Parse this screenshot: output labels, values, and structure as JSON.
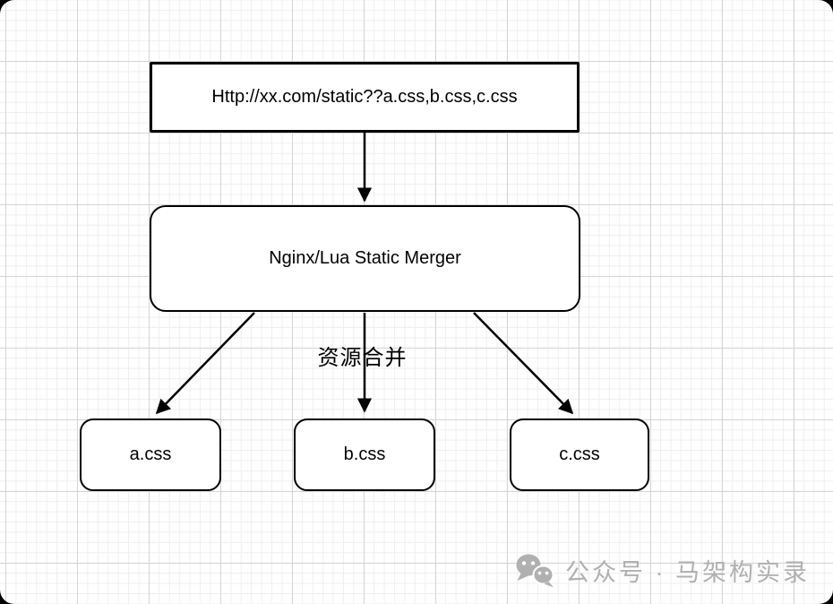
{
  "diagram": {
    "request_box": {
      "label": "Http://xx.com/static??a.css,b.css,c.css"
    },
    "merger_box": {
      "label": "Nginx/Lua Static Merger"
    },
    "edge_label": "资源合并",
    "outputs": [
      {
        "label": "a.css"
      },
      {
        "label": "b.css"
      },
      {
        "label": "c.css"
      }
    ]
  },
  "watermark": {
    "text": "公众号 · 马架构实录"
  },
  "colors": {
    "stroke": "#000000",
    "node_fill": "#ffffff",
    "grid_minor": "#efefef",
    "grid_major": "#d5d5d5",
    "page_corner": "#000000",
    "watermark": "#b0b0b0"
  }
}
